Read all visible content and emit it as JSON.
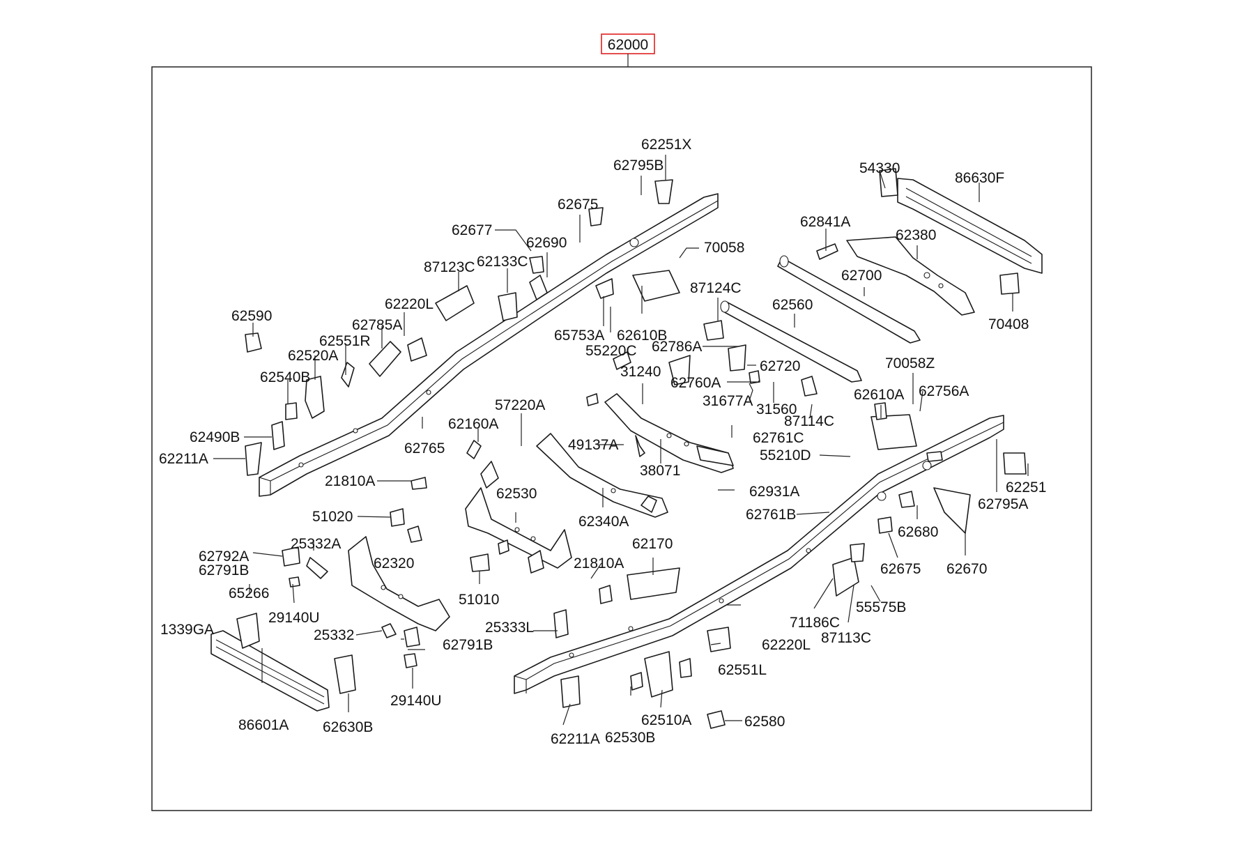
{
  "assembly": {
    "code": "62000",
    "highlight_color": "#e02020"
  },
  "parts": [
    {
      "code": "62251X"
    },
    {
      "code": "62795B"
    },
    {
      "code": "62675"
    },
    {
      "code": "62677"
    },
    {
      "code": "62690"
    },
    {
      "code": "87123C"
    },
    {
      "code": "62133C"
    },
    {
      "code": "70058"
    },
    {
      "code": "87124C"
    },
    {
      "code": "62590"
    },
    {
      "code": "62220L"
    },
    {
      "code": "62785A"
    },
    {
      "code": "62551R"
    },
    {
      "code": "62520A"
    },
    {
      "code": "62540B"
    },
    {
      "code": "65753A"
    },
    {
      "code": "62610B"
    },
    {
      "code": "55220C"
    },
    {
      "code": "62786A"
    },
    {
      "code": "62720"
    },
    {
      "code": "31240"
    },
    {
      "code": "62760A"
    },
    {
      "code": "31677A"
    },
    {
      "code": "31560"
    },
    {
      "code": "87114C"
    },
    {
      "code": "62490B"
    },
    {
      "code": "62211A"
    },
    {
      "code": "62765"
    },
    {
      "code": "62160A"
    },
    {
      "code": "57220A"
    },
    {
      "code": "49137A"
    },
    {
      "code": "38071"
    },
    {
      "code": "62761C"
    },
    {
      "code": "55210D"
    },
    {
      "code": "21810A"
    },
    {
      "code": "62931A"
    },
    {
      "code": "51020"
    },
    {
      "code": "62530"
    },
    {
      "code": "62340A"
    },
    {
      "code": "62761B"
    },
    {
      "code": "62792A"
    },
    {
      "code": "62791B"
    },
    {
      "code": "25332A"
    },
    {
      "code": "62320"
    },
    {
      "code": "62170"
    },
    {
      "code": "21810A"
    },
    {
      "code": "65266"
    },
    {
      "code": "29140U"
    },
    {
      "code": "51010"
    },
    {
      "code": "1339GA"
    },
    {
      "code": "25332"
    },
    {
      "code": "62791B"
    },
    {
      "code": "25333L"
    },
    {
      "code": "29140U"
    },
    {
      "code": "86601A"
    },
    {
      "code": "62630B"
    },
    {
      "code": "62211A"
    },
    {
      "code": "62530B"
    },
    {
      "code": "62510A"
    },
    {
      "code": "62580"
    },
    {
      "code": "62220L"
    },
    {
      "code": "62551L"
    },
    {
      "code": "71186C"
    },
    {
      "code": "55575B"
    },
    {
      "code": "87113C"
    },
    {
      "code": "62675"
    },
    {
      "code": "62670"
    },
    {
      "code": "62680"
    },
    {
      "code": "62795A"
    },
    {
      "code": "62251"
    },
    {
      "code": "54330"
    },
    {
      "code": "86630F"
    },
    {
      "code": "62841A"
    },
    {
      "code": "62380"
    },
    {
      "code": "62700"
    },
    {
      "code": "62560"
    },
    {
      "code": "70408"
    },
    {
      "code": "70058Z"
    },
    {
      "code": "62756A"
    },
    {
      "code": "62610A"
    }
  ]
}
